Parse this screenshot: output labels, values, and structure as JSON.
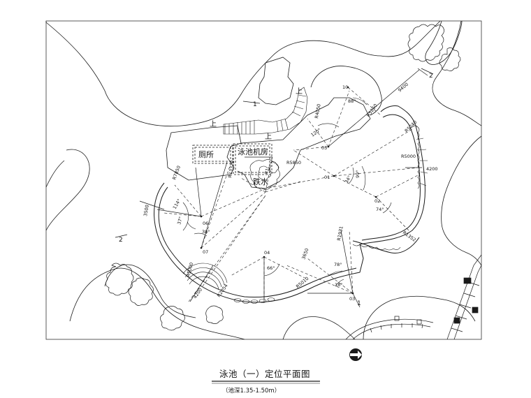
{
  "title": "泳池（一）定位平面图",
  "subtitle": "（池深1.35-1.50m）",
  "rooms": {
    "toilet": "厕所",
    "pump_room": "泳池机房",
    "waterfall": "跌水"
  },
  "stairs": [
    "上",
    "上",
    "上"
  ],
  "section_marks": {
    "s1_top": "1",
    "s2_top": "2",
    "s2_left": "2",
    "s1_bottom": "1"
  },
  "points": [
    "01",
    "02",
    "03",
    "04",
    "05",
    "06",
    "07",
    "10"
  ],
  "dimensions": {
    "r5850": "R5850",
    "r4050": "R4050",
    "r5260": "R5260",
    "r5240": "R5240",
    "r5000_right": "R5000",
    "d4200_right": "4200",
    "r1352": "R1352",
    "r1931": "R1931",
    "r5010": "R5010",
    "d3650": "3650",
    "d3500": "3500",
    "r7850": "R7850",
    "r13320": "R13320",
    "r5000_left": "R5000",
    "d4200_left": "4200",
    "r2054": "R2054",
    "d9400": "9400",
    "r_small": "R1",
    "a88": "88°",
    "a120": "120°",
    "a99": "99°",
    "a34": "34°",
    "a74": "74°",
    "a78": "78°",
    "a18": "18°",
    "a66": "66°",
    "a114": "114°",
    "a37": "37°",
    "a38": "38°"
  },
  "colors": {
    "line": "#1a1a1a",
    "grid": "#9a9a9a",
    "fill": "#222222"
  }
}
